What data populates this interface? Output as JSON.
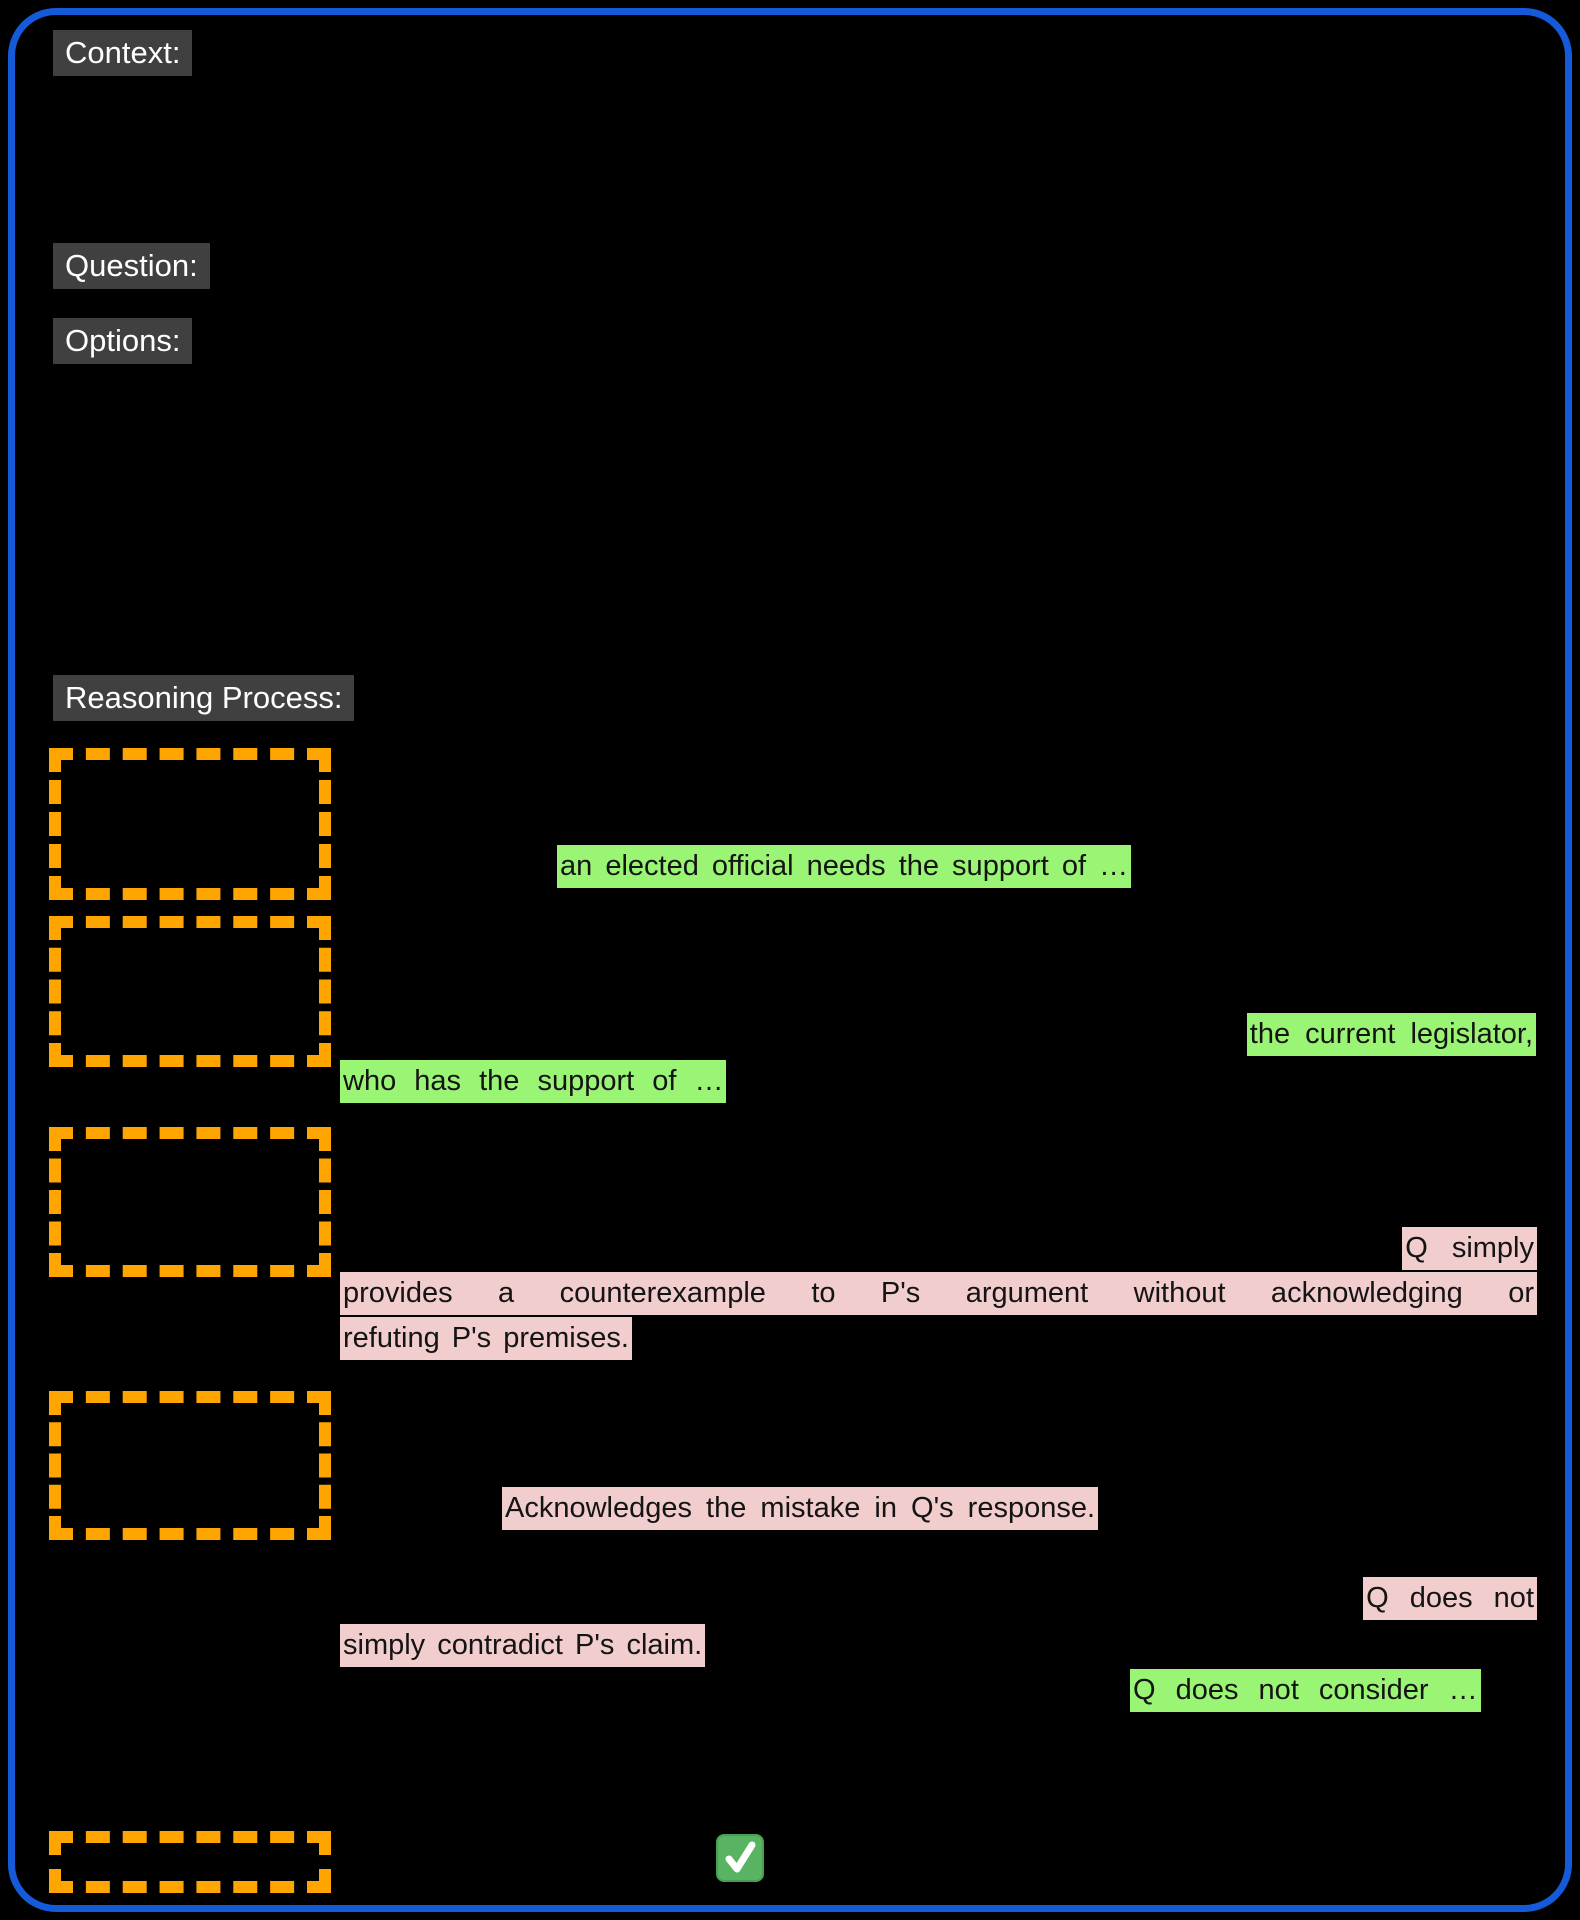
{
  "panel": {
    "background": "#000000",
    "border_color": "#155BD9"
  },
  "colors": {
    "highlight_green": "#9AF575",
    "highlight_pink": "#F2CDCD",
    "label_bg": "#404040",
    "label_text": "#FFFFFF",
    "step_box_orange": "#FFA500",
    "check_green": "#58B462",
    "check_mark": "#FFFFFF"
  },
  "section_labels": {
    "context": "Context:",
    "question": "Question:",
    "options": "Options:",
    "reasoning_process": "Reasoning Process:"
  },
  "reasoning": {
    "step_box_count": 5,
    "fragments": [
      {
        "tone": "green",
        "text": "an elected official needs the support of …"
      },
      {
        "tone": "green",
        "text": "the current legislator,"
      },
      {
        "tone": "green",
        "text": "who has the support of …"
      },
      {
        "tone": "pink",
        "text": "Q simply"
      },
      {
        "tone": "pink",
        "text": "provides a counterexample to P's argument without acknowledging or"
      },
      {
        "tone": "pink",
        "text": "refuting P's premises."
      },
      {
        "tone": "pink",
        "text": "Acknowledges the mistake in Q's response."
      },
      {
        "tone": "pink",
        "text": "Q does not"
      },
      {
        "tone": "pink",
        "text": "simply contradict P's claim."
      },
      {
        "tone": "green",
        "text": "Q does not consider …"
      }
    ]
  },
  "icons": {
    "correct_check": "green-check-icon"
  }
}
